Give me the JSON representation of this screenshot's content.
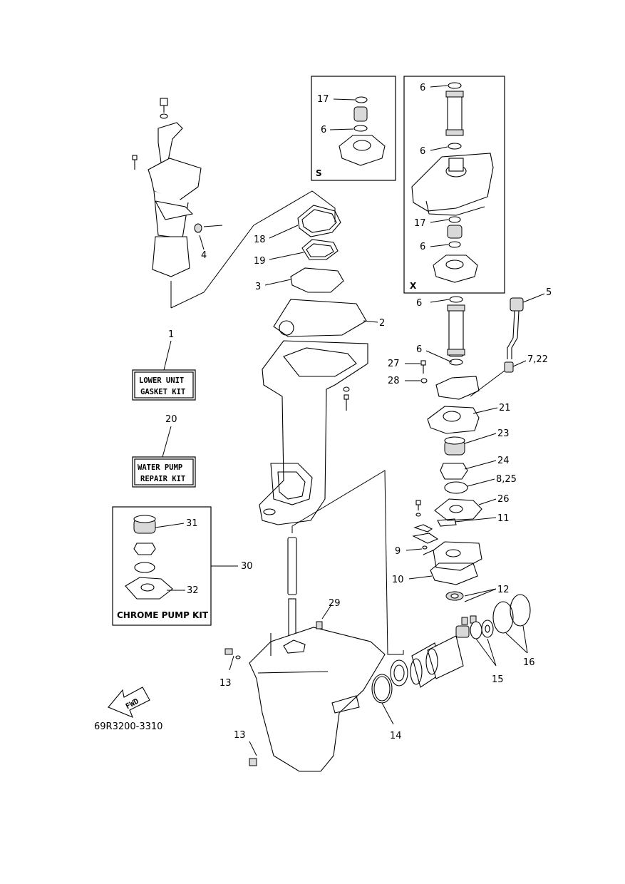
{
  "diagram_code": "69R3200-3310",
  "fwd_label": "FWD",
  "inset_s": {
    "letter": "S",
    "callouts": [
      "17",
      "6"
    ]
  },
  "inset_x": {
    "letter": "X",
    "callouts": [
      "6",
      "6",
      "17",
      "6"
    ]
  },
  "kits": {
    "lower_unit": {
      "number": "1",
      "line1": "LOWER UNIT",
      "line2": "GASKET KIT"
    },
    "water_pump": {
      "number": "20",
      "line1": "WATER PUMP",
      "line2": "REPAIR KIT"
    },
    "chrome_pump": {
      "number": "30",
      "title": "CHROME PUMP KIT",
      "callouts": [
        "31",
        "32"
      ]
    }
  },
  "callouts": {
    "c2": "2",
    "c3": "3",
    "c4": "4",
    "c5": "5",
    "c6a": "6",
    "c6b": "6",
    "c7_22": "7,22",
    "c8_25": "8,25",
    "c9": "9",
    "c10": "10",
    "c11": "11",
    "c12": "12",
    "c13a": "13",
    "c13b": "13",
    "c14": "14",
    "c15": "15",
    "c16": "16",
    "c18": "18",
    "c19": "19",
    "c21": "21",
    "c23": "23",
    "c24": "24",
    "c26": "26",
    "c27": "27",
    "c28": "28",
    "c29": "29"
  }
}
